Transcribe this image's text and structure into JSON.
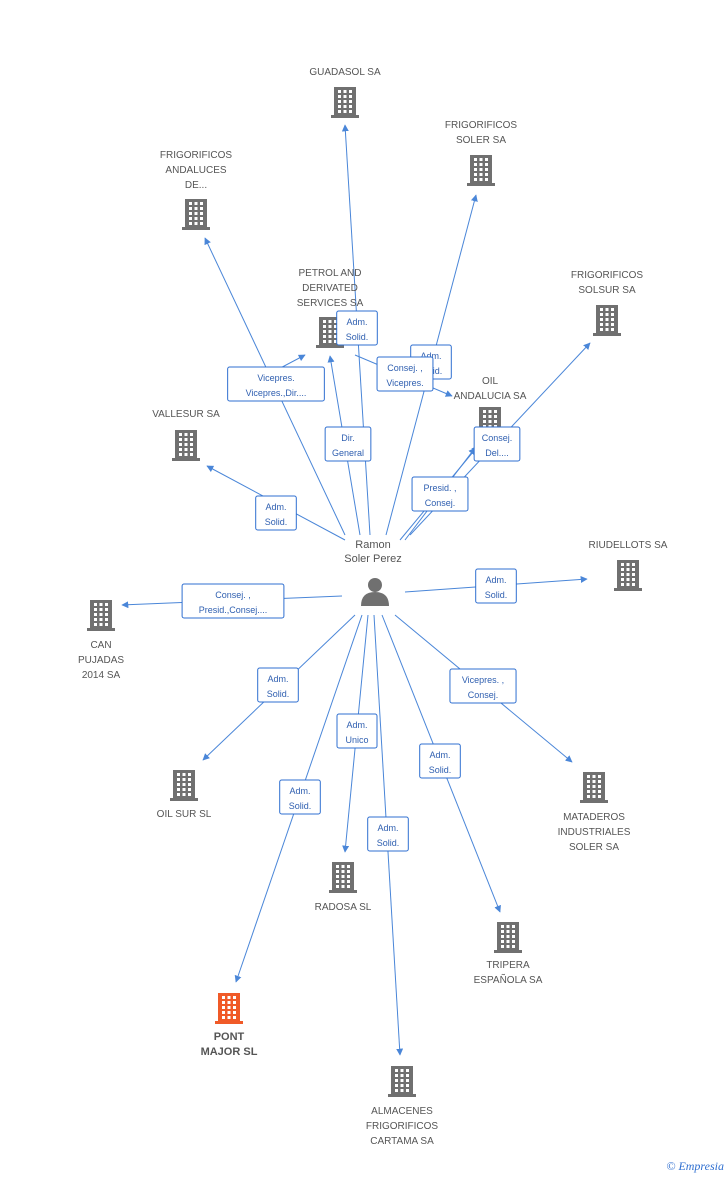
{
  "colors": {
    "edge": "#4a86d8",
    "label_border": "#2f6fd0",
    "label_text": "#2f5fb0",
    "building": "#707070",
    "building_highlight": "#f05a28",
    "person": "#707070"
  },
  "center": {
    "name_lines": [
      "Ramon",
      "Soler Perez"
    ],
    "icon": "person-icon"
  },
  "companies": [
    {
      "id": "guadasol",
      "lines": [
        "GUADASOL SA"
      ]
    },
    {
      "id": "frig_soler",
      "lines": [
        "FRIGORIFICOS",
        "SOLER SA"
      ]
    },
    {
      "id": "frig_andaluces",
      "lines": [
        "FRIGORIFICOS",
        "ANDALUCES",
        "DE..."
      ]
    },
    {
      "id": "petrol",
      "lines": [
        "PETROL AND",
        "DERIVATED",
        "SERVICES SA"
      ]
    },
    {
      "id": "frig_solsur",
      "lines": [
        "FRIGORIFICOS",
        "SOLSUR SA"
      ]
    },
    {
      "id": "oil_andalucia",
      "lines": [
        "OIL",
        "ANDALUCIA SA"
      ]
    },
    {
      "id": "vallesur",
      "lines": [
        "VALLESUR SA"
      ]
    },
    {
      "id": "riudellots",
      "lines": [
        "RIUDELLOTS SA"
      ]
    },
    {
      "id": "can_pujadas",
      "lines": [
        "CAN",
        "PUJADAS",
        "2014 SA"
      ]
    },
    {
      "id": "oil_sur",
      "lines": [
        "OIL SUR  SL"
      ]
    },
    {
      "id": "mataderos",
      "lines": [
        "MATADEROS",
        "INDUSTRIALES",
        "SOLER SA"
      ]
    },
    {
      "id": "radosa",
      "lines": [
        "RADOSA SL"
      ]
    },
    {
      "id": "tripera",
      "lines": [
        "TRIPERA",
        "ESPAÑOLA SA"
      ]
    },
    {
      "id": "pont_major",
      "lines": [
        "PONT",
        "MAJOR SL"
      ],
      "highlight": true
    },
    {
      "id": "almacenes",
      "lines": [
        "ALMACENES",
        "FRIGORIFICOS",
        "CARTAMA SA"
      ]
    }
  ],
  "relations": [
    {
      "target": "guadasol",
      "lines": [
        "Adm.",
        "Solid."
      ]
    },
    {
      "target": "frig_soler",
      "lines": [
        "Adm.",
        "Solid."
      ]
    },
    {
      "target": "frig_andaluces",
      "lines": [
        "Vicepres.",
        "Vicepres.,Dir...."
      ]
    },
    {
      "target": "petrol",
      "lines": [
        "Dir.",
        "General"
      ]
    },
    {
      "target": "frig_solsur",
      "lines": [
        "Consej.",
        "Del...."
      ]
    },
    {
      "target": "oil_andalucia",
      "lines": [
        "Consej. ,",
        "Vicepres."
      ]
    },
    {
      "target": "oil_andalucia_2",
      "lines": [
        "Presid. ,",
        "Consej."
      ]
    },
    {
      "target": "vallesur",
      "lines": [
        "Adm.",
        "Solid."
      ]
    },
    {
      "target": "riudellots",
      "lines": [
        "Adm.",
        "Solid."
      ]
    },
    {
      "target": "can_pujadas",
      "lines": [
        "Consej. ,",
        "Presid.,Consej...."
      ]
    },
    {
      "target": "oil_sur",
      "lines": [
        "Adm.",
        "Solid."
      ]
    },
    {
      "target": "mataderos",
      "lines": [
        "Vicepres. ,",
        "Consej."
      ]
    },
    {
      "target": "radosa",
      "lines": [
        "Adm.",
        "Unico"
      ]
    },
    {
      "target": "tripera",
      "lines": [
        "Adm.",
        "Solid."
      ]
    },
    {
      "target": "pont_major",
      "lines": [
        "Adm.",
        "Solid."
      ]
    },
    {
      "target": "almacenes",
      "lines": [
        "Adm.",
        "Solid."
      ]
    }
  ],
  "brand": {
    "copyright": "©",
    "name": "Empresia"
  }
}
